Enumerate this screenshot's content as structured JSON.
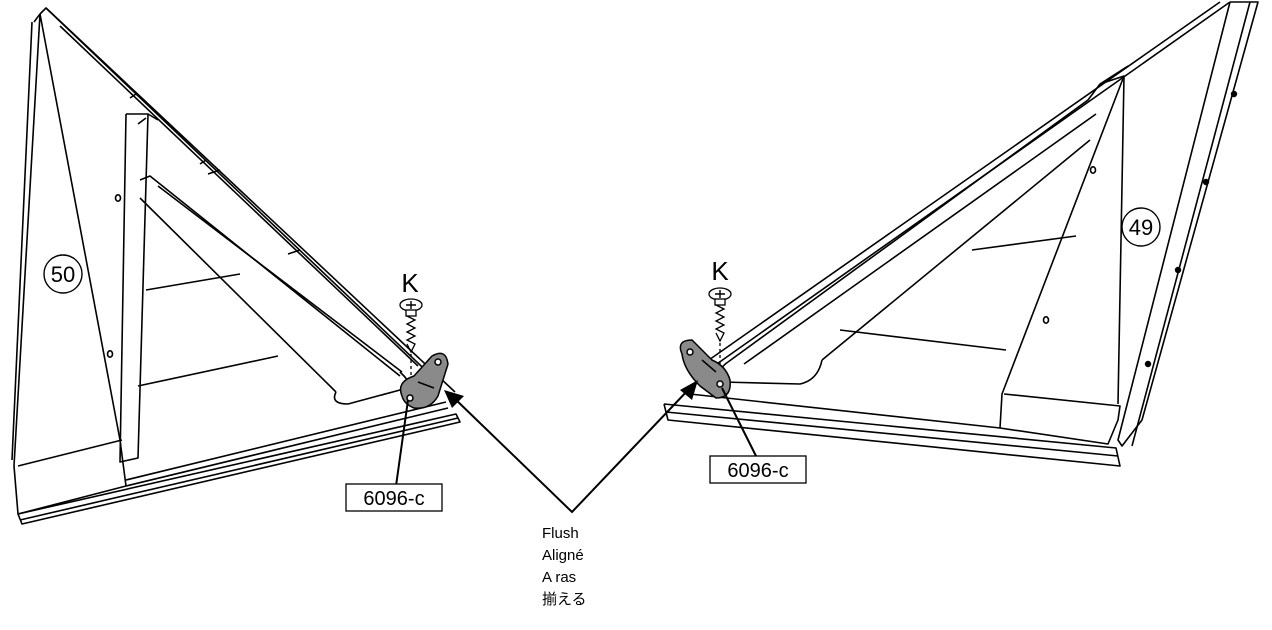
{
  "left_frame": {
    "part_number": "50"
  },
  "right_frame": {
    "part_number": "49"
  },
  "hardware": {
    "screw_label": "K",
    "bracket_code": "6096-c"
  },
  "note": {
    "lines": [
      "Flush",
      "Aligné",
      "A ras",
      "揃える"
    ]
  },
  "colors": {
    "line": "#000000",
    "bracket_fill": "#8a8a8a",
    "screw_fill": "#ffffff",
    "paper": "#ffffff"
  }
}
